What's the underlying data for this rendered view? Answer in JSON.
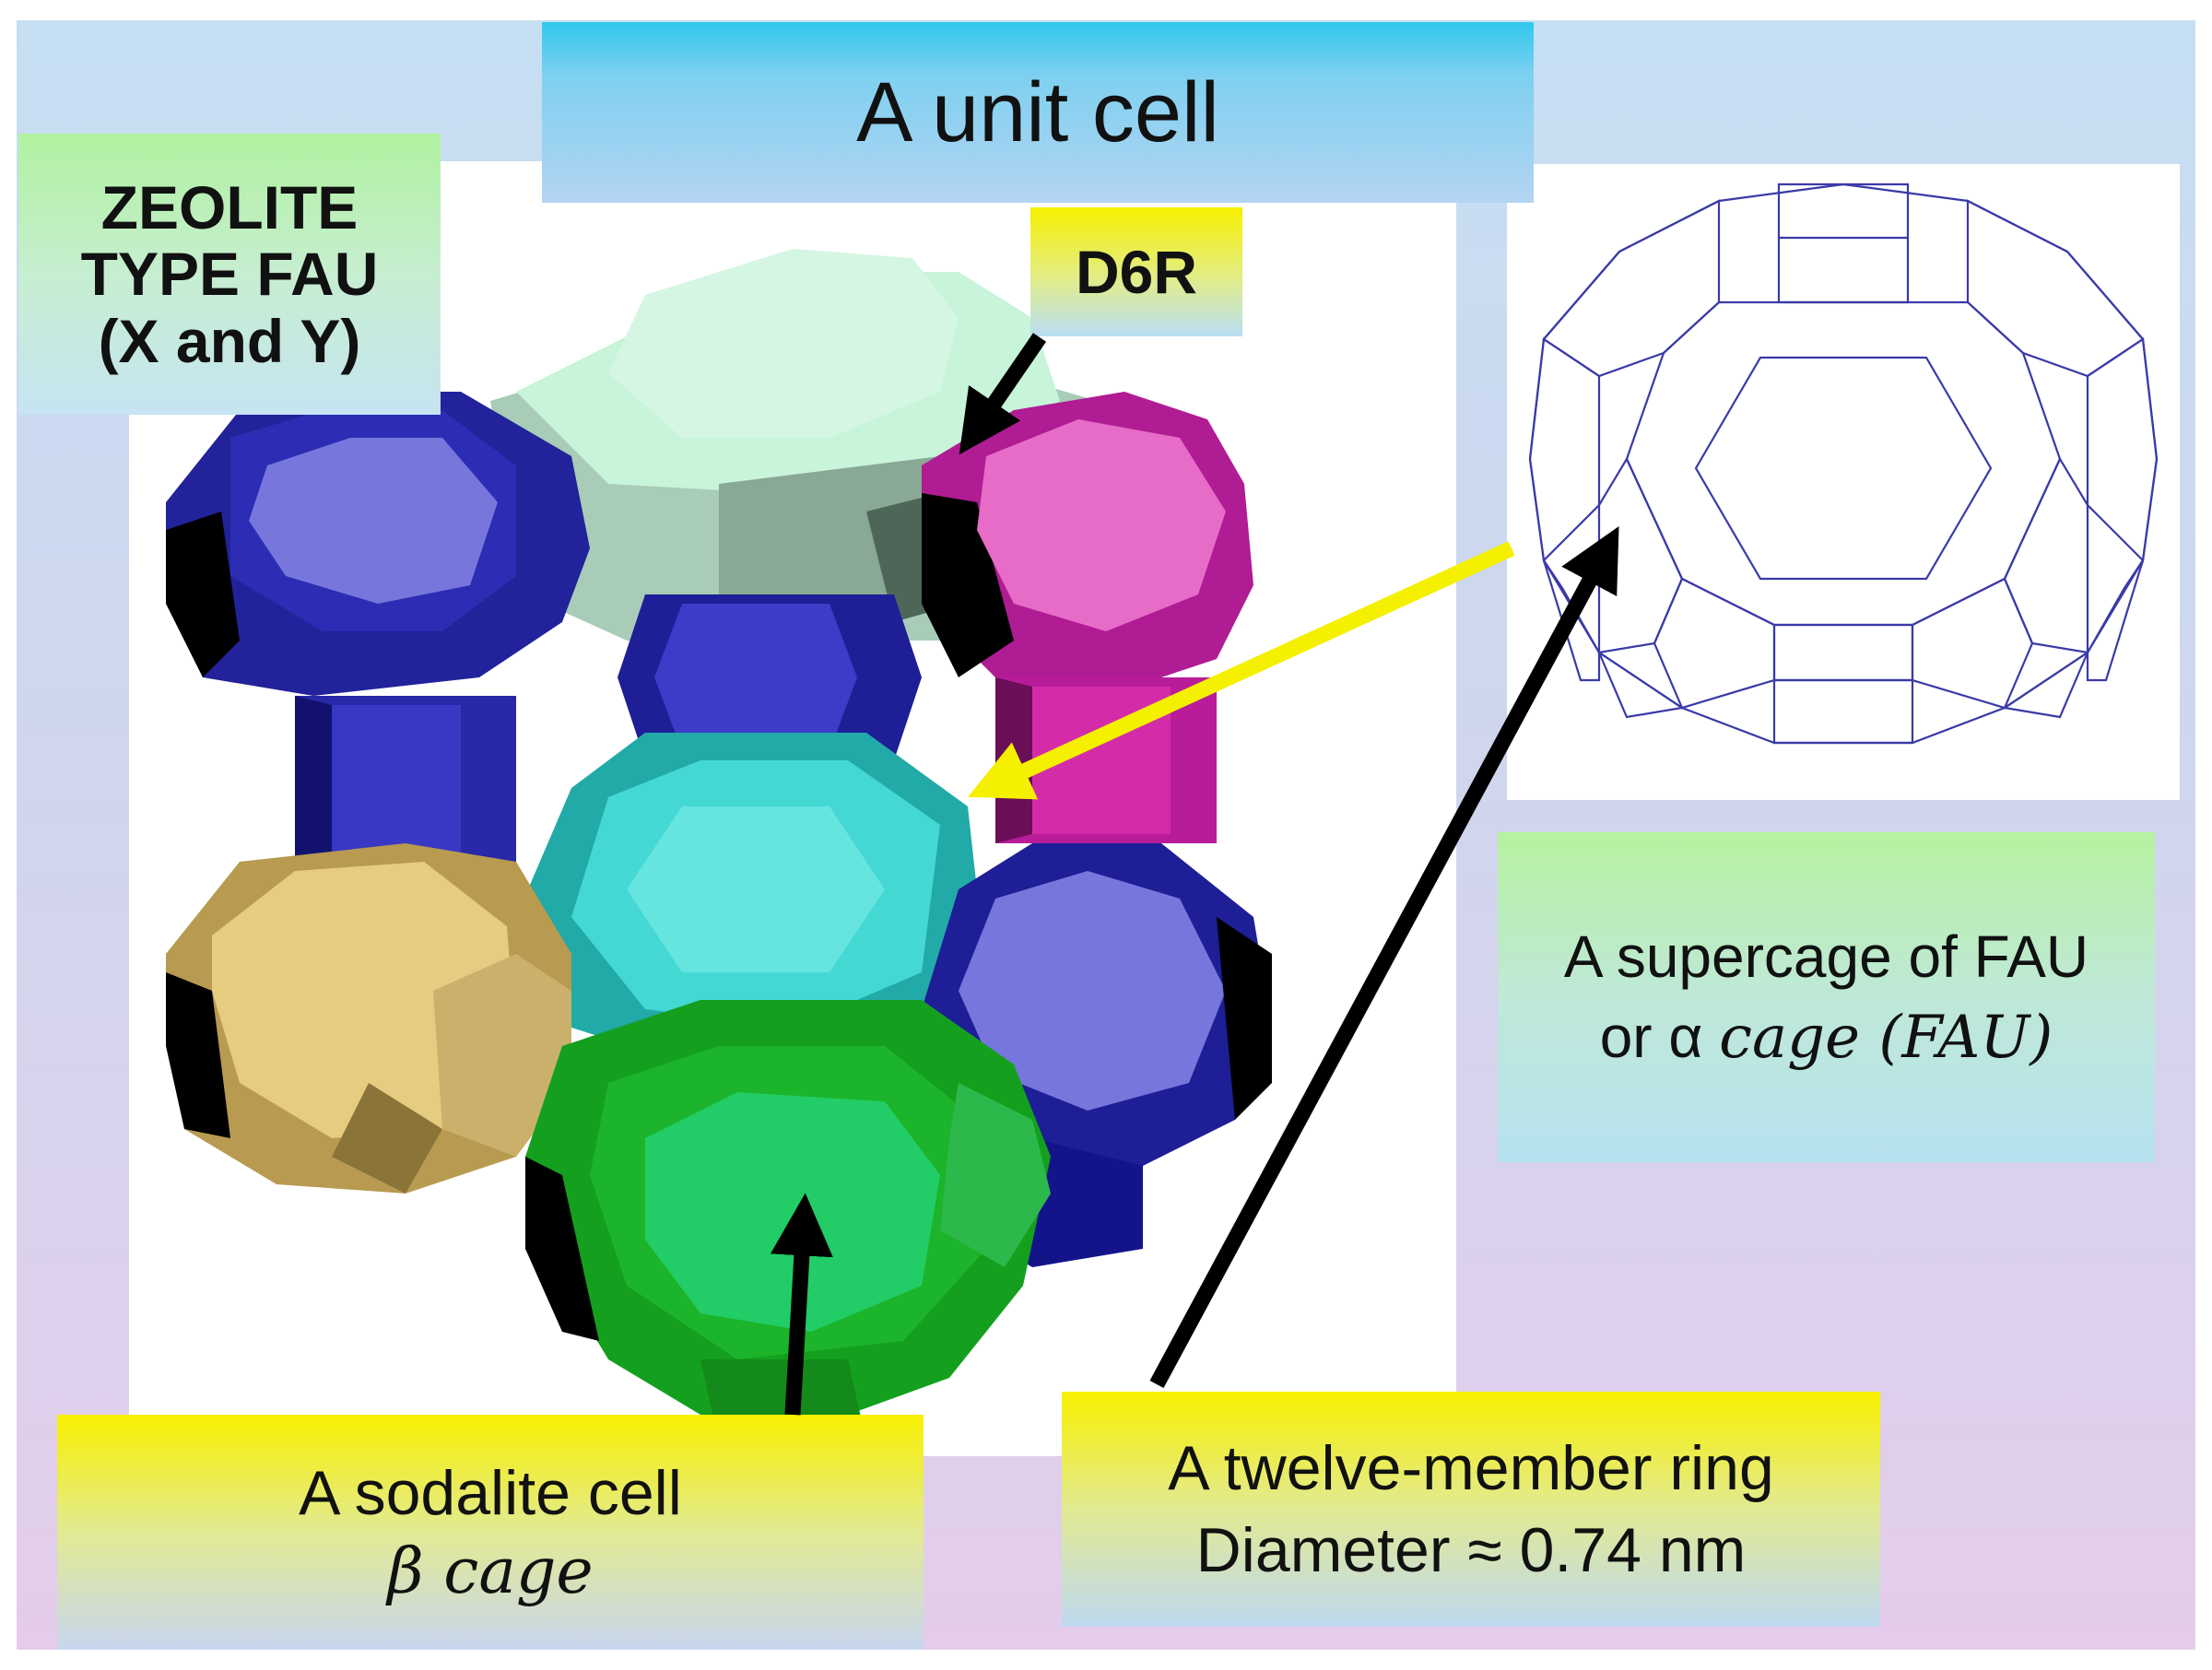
{
  "title": "A unit cell",
  "zeolite_label": {
    "line1": "ZEOLITE",
    "line2": "TYPE FAU",
    "line3": "(X and Y)"
  },
  "d6r_label": "D6R",
  "supercage_label": {
    "line1": "A supercage of FAU",
    "line2_prefix": "or α ",
    "line2_math": "cage (FAU)"
  },
  "sodalite_label": {
    "line1": "A sodalite cell",
    "line2_math": "β cage"
  },
  "ring_label": {
    "line1": "A twelve-member ring",
    "line2": "Diameter ≈ 0.74 nm"
  },
  "colors": {
    "cage_top": "#c8f4da",
    "cage_blue": "#7676dc",
    "cage_magenta": "#e66cc8",
    "cage_cyan": "#44d8d4",
    "cage_yellow": "#e6cc80",
    "cage_green": "#22cc66",
    "wireframe": "#3a3aa8",
    "pointer_black": "#000000",
    "pointer_yellow": "#f4f000"
  }
}
